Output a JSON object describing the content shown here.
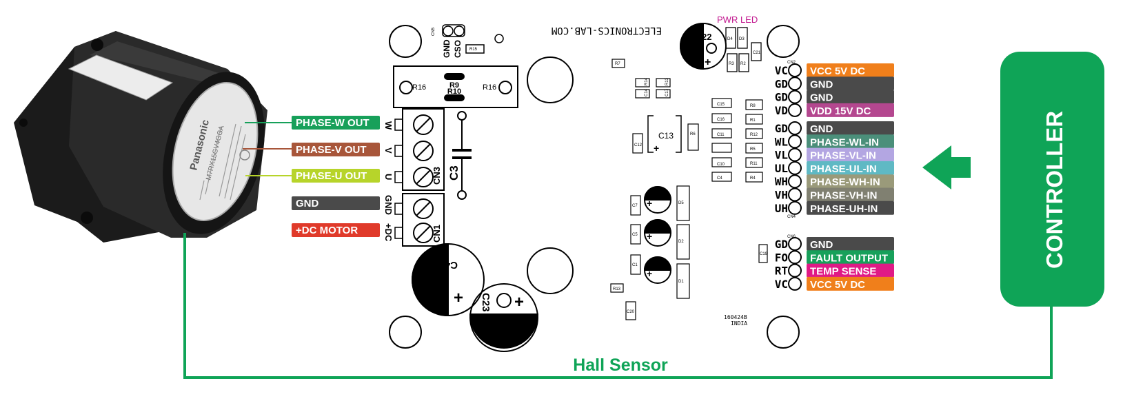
{
  "board": {
    "website": "ELECTRONICS-LAB.COM",
    "pwr_led": "PWR LED",
    "board_code": "160424B",
    "country": "INDIA",
    "cap_c22": "22",
    "cap_c4": "C4",
    "cap_c23": "C23",
    "cap_c13": "C13",
    "cap_c3": "C3",
    "cn3": "CN3",
    "cn1": "CN1",
    "r9": "R9",
    "r10": "R10",
    "r16": "R16",
    "cso_pins": [
      "GND",
      "CSO"
    ],
    "motor_pins": [
      "W",
      "V",
      "U"
    ],
    "power_pins": [
      "GND",
      "+DC"
    ],
    "small_labels": {
      "cn2": "CN2",
      "cn4": "CN4",
      "cn6": "CN6",
      "r15": "R15",
      "r7": "R7",
      "r8": "R8",
      "r1": "R1",
      "r2": "R2",
      "r3": "R3",
      "r4": "R4",
      "r5": "R5",
      "r6": "R6",
      "r11": "R11",
      "r12": "R12",
      "r13": "R13",
      "r14": "R14",
      "c4s": "C4",
      "c5": "C5",
      "c7": "C7",
      "c1": "C1",
      "c14": "C14",
      "c15": "C15",
      "c16": "C16",
      "c17": "C17",
      "c10": "C10",
      "c11": "C11",
      "c19": "C19",
      "c20": "C20",
      "c21": "C21",
      "c12": "C12",
      "d1": "D1",
      "d2": "D2",
      "d3": "D3",
      "d4": "D4",
      "d5": "D5",
      "cn5": "CN5"
    }
  },
  "motor": {
    "brand": "Panasonic",
    "model": "M7RX15GV4GGA"
  },
  "left_tags": [
    {
      "label": "PHASE-W OUT",
      "color": "#17a05a"
    },
    {
      "label": "PHASE-V OUT",
      "color": "#a8563a"
    },
    {
      "label": "PHASE-U OUT",
      "color": "#b7d42a"
    },
    {
      "label": "GND",
      "color": "#4a4a4a"
    },
    {
      "label": "+DC MOTOR",
      "color": "#e03a2a"
    }
  ],
  "right_pins_top": [
    {
      "pin": "VC",
      "label": "VCC 5V DC",
      "color": "#f07f1b"
    },
    {
      "pin": "GD",
      "label": "GND",
      "color": "#4a4a4a"
    },
    {
      "pin": "GD",
      "label": "GND",
      "color": "#4a4a4a"
    },
    {
      "pin": "VD",
      "label": "VDD 15V DC",
      "color": "#b4478f"
    }
  ],
  "right_pins_mid": [
    {
      "pin": "GD",
      "label": "GND",
      "color": "#4a4a4a"
    },
    {
      "pin": "WL",
      "label": "PHASE-WL-IN",
      "color": "#4b8f7a"
    },
    {
      "pin": "VL",
      "label": "PHASE-VL-IN",
      "color": "#b3a6e2"
    },
    {
      "pin": "UL",
      "label": "PHASE-UL-IN",
      "color": "#5fb9c4"
    },
    {
      "pin": "WH",
      "label": "PHASE-WH-IN",
      "color": "#9a9a7a"
    },
    {
      "pin": "VH",
      "label": "PHASE-VH-IN",
      "color": "#808071"
    },
    {
      "pin": "UH",
      "label": "PHASE-UH-IN",
      "color": "#4a4a4a"
    }
  ],
  "right_pins_bottom": [
    {
      "pin": "GD",
      "label": "GND",
      "color": "#4a4a4a"
    },
    {
      "pin": "FO",
      "label": "FAULT OUTPUT",
      "color": "#17a05a"
    },
    {
      "pin": "RT",
      "label": "TEMP SENSE",
      "color": "#e01a86"
    },
    {
      "pin": "VC",
      "label": "VCC 5V DC",
      "color": "#f07f1b"
    }
  ],
  "controller": {
    "label": "CONTROLLER",
    "color": "#0fa457"
  },
  "hall_sensor": {
    "label": "Hall Sensor",
    "color": "#0fa457"
  }
}
